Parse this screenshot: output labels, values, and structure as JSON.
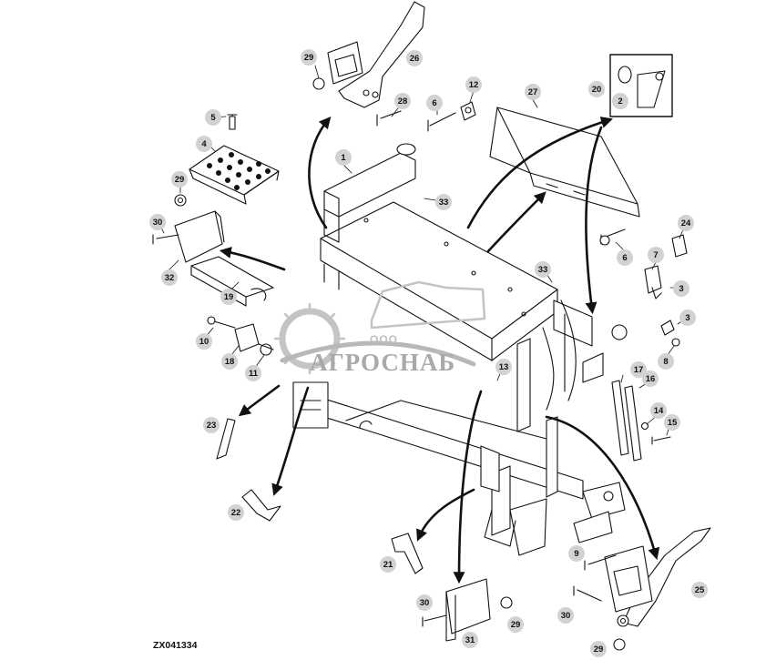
{
  "figure_id": "ZX041334",
  "watermark": {
    "line1": "ООО",
    "line2": "АГРОСНАБ"
  },
  "callouts": [
    {
      "id": "c1",
      "label": "1"
    },
    {
      "id": "c2",
      "label": "2"
    },
    {
      "id": "c3a",
      "label": "3"
    },
    {
      "id": "c3b",
      "label": "3"
    },
    {
      "id": "c4",
      "label": "4"
    },
    {
      "id": "c5",
      "label": "5"
    },
    {
      "id": "c6a",
      "label": "6"
    },
    {
      "id": "c6b",
      "label": "6"
    },
    {
      "id": "c7",
      "label": "7"
    },
    {
      "id": "c8",
      "label": "8"
    },
    {
      "id": "c9",
      "label": "9"
    },
    {
      "id": "c10",
      "label": "10"
    },
    {
      "id": "c11",
      "label": "11"
    },
    {
      "id": "c12",
      "label": "12"
    },
    {
      "id": "c13",
      "label": "13"
    },
    {
      "id": "c14",
      "label": "14"
    },
    {
      "id": "c15",
      "label": "15"
    },
    {
      "id": "c16",
      "label": "16"
    },
    {
      "id": "c17",
      "label": "17"
    },
    {
      "id": "c18",
      "label": "18"
    },
    {
      "id": "c19",
      "label": "19"
    },
    {
      "id": "c20",
      "label": "20"
    },
    {
      "id": "c21",
      "label": "21"
    },
    {
      "id": "c22",
      "label": "22"
    },
    {
      "id": "c23",
      "label": "23"
    },
    {
      "id": "c24",
      "label": "24"
    },
    {
      "id": "c25",
      "label": "25"
    },
    {
      "id": "c26",
      "label": "26"
    },
    {
      "id": "c27",
      "label": "27"
    },
    {
      "id": "c28",
      "label": "28"
    },
    {
      "id": "c29a",
      "label": "29"
    },
    {
      "id": "c29b",
      "label": "29"
    },
    {
      "id": "c29c",
      "label": "29"
    },
    {
      "id": "c29d",
      "label": "29"
    },
    {
      "id": "c30a",
      "label": "30"
    },
    {
      "id": "c30b",
      "label": "30"
    },
    {
      "id": "c30c",
      "label": "30"
    },
    {
      "id": "c31",
      "label": "31"
    },
    {
      "id": "c32",
      "label": "32"
    },
    {
      "id": "c33a",
      "label": "33"
    },
    {
      "id": "c33b",
      "label": "33"
    }
  ]
}
